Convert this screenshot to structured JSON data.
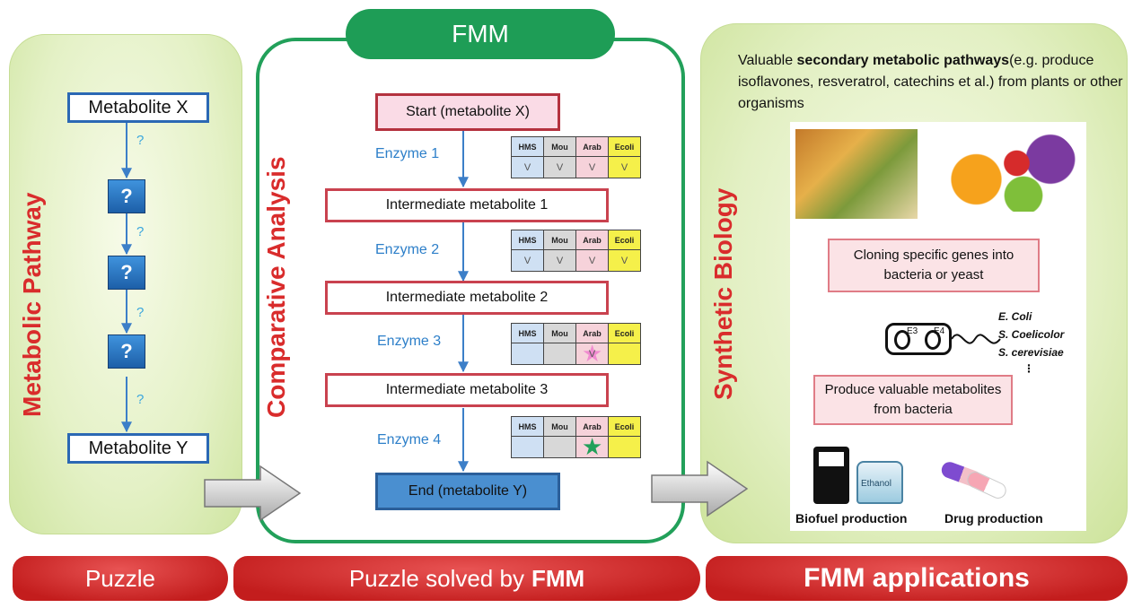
{
  "fmm_tab": "FMM",
  "left": {
    "vertical_title": "Metabolic Pathway",
    "top_metabolite": "Metabolite X",
    "bottom_metabolite": "Metabolite Y",
    "unknown_step": "?",
    "unknown_arrow": "?"
  },
  "middle": {
    "vertical_title": "Comparative Analysis",
    "start": "Start (metabolite X)",
    "intermediates": [
      "Intermediate metabolite 1",
      "Intermediate metabolite 2",
      "Intermediate metabolite 3"
    ],
    "end": "End (metabolite Y)",
    "enzymes": [
      "Enzyme 1",
      "Enzyme 2",
      "Enzyme 3",
      "Enzyme 4"
    ],
    "species_headers": [
      "HMS",
      "Mou",
      "Arab",
      "Ecoli"
    ],
    "table_marks": [
      [
        "V",
        "V",
        "V",
        "V"
      ],
      [
        "V",
        "V",
        "V",
        "V"
      ],
      [
        "",
        "",
        "V",
        ""
      ],
      [
        "",
        "",
        "",
        ""
      ]
    ],
    "colors": {
      "hms": "#cfe0f3",
      "mou": "#d8d8d8",
      "arab": "#f6d2da",
      "ecoli": "#f5f04a",
      "star_pink": "#f08ad0",
      "star_green": "#22a05a"
    }
  },
  "right": {
    "vertical_title": "Synthetic Biology",
    "note_prefix": "Valuable ",
    "note_bold": "secondary metabolic pathways",
    "note_suffix": "(e.g. produce isoflavones, resveratrol, catechins et al.) from plants or other organisms",
    "callout_cloning": "Cloning specific genes into bacteria or yeast",
    "callout_produce": "Produce valuable metabolites from bacteria",
    "plasmid_labels": [
      "E3",
      "E4"
    ],
    "species": [
      "E. Coli",
      "S. Coelicolor",
      "S. cerevisiae",
      "⋮"
    ],
    "ethanol_label": "Ethanol",
    "biofuel_caption": "Biofuel production",
    "drug_caption": "Drug production"
  },
  "bottom": {
    "puzzle": "Puzzle",
    "solved_prefix": "Puzzle solved by",
    "solved_bold": "FMM",
    "applications": "FMM applications"
  }
}
